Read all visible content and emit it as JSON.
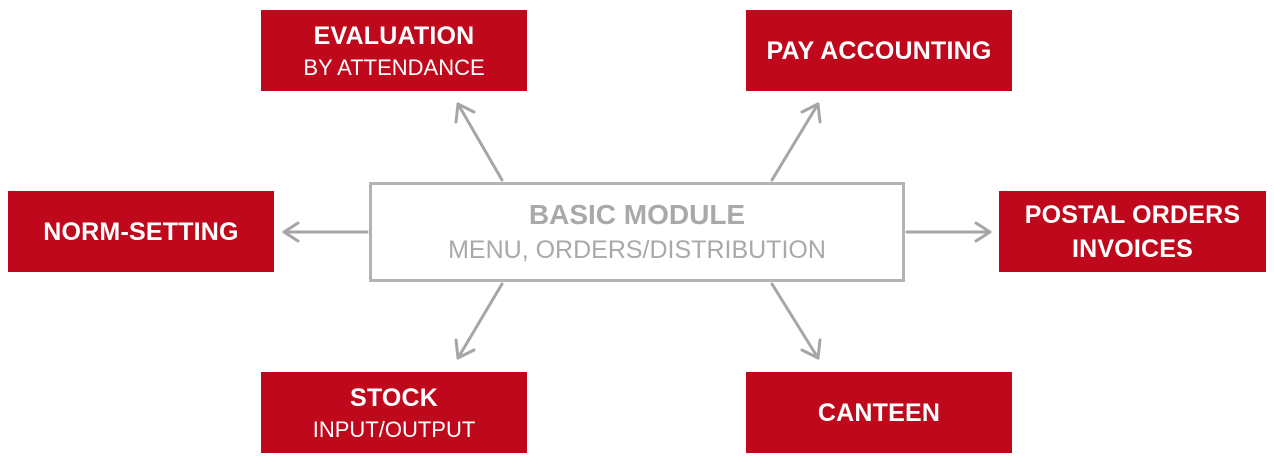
{
  "center": {
    "title": "BASIC MODULE",
    "subtitle": "MENU, ORDERS/DISTRIBUTION"
  },
  "modules": {
    "evaluation": {
      "title": "EVALUATION",
      "subtitle": "BY ATTENDANCE"
    },
    "pay_accounting": {
      "title": "PAY ACCOUNTING"
    },
    "norm_setting": {
      "title": "NORM-SETTING"
    },
    "postal_orders": {
      "line1": "POSTAL ORDERS",
      "line2": "INVOICES"
    },
    "stock": {
      "title": "STOCK",
      "subtitle": "INPUT/OUTPUT"
    },
    "canteen": {
      "title": "CANTEEN"
    }
  },
  "colors": {
    "module_fill": "#c0081c",
    "module_text": "#ffffff",
    "center_border": "#b3b3b3",
    "center_text": "#a9a9a9",
    "arrow": "#a6a6a6"
  }
}
